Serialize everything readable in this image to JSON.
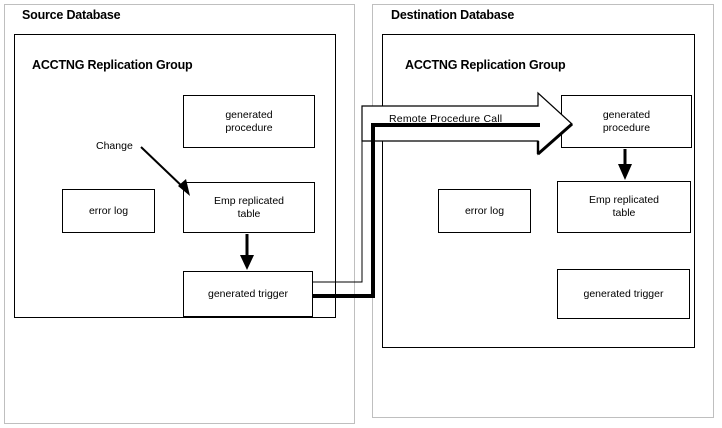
{
  "diagram": {
    "title_source": "Source Database",
    "title_destination": "Destination Database",
    "group_label": "ACCTNG Replication Group",
    "colors": {
      "panel_border": "#bfbfbf",
      "node_border": "#000000",
      "connector": "#000000",
      "background": "#ffffff",
      "text": "#000000"
    }
  },
  "source": {
    "panel_title": "Source Database",
    "group_title": "ACCTNG Replication Group",
    "nodes": {
      "generated_procedure": "generated\nprocedure",
      "generated_procedure_line1": "generated",
      "generated_procedure_line2": "procedure",
      "error_log": "error log",
      "emp_replicated_line1": "Emp replicated",
      "emp_replicated_line2": "table",
      "generated_trigger": "generated trigger"
    },
    "annotations": {
      "change": "Change"
    }
  },
  "destination": {
    "panel_title": "Destination Database",
    "group_title": "ACCTNG Replication Group",
    "nodes": {
      "generated_procedure_line1": "generated",
      "generated_procedure_line2": "procedure",
      "error_log": "error log",
      "emp_replicated_line1": "Emp replicated",
      "emp_replicated_line2": "table",
      "generated_trigger": "generated trigger"
    }
  },
  "connectors": {
    "remote_procedure_call": "Remote Procedure  Call"
  }
}
